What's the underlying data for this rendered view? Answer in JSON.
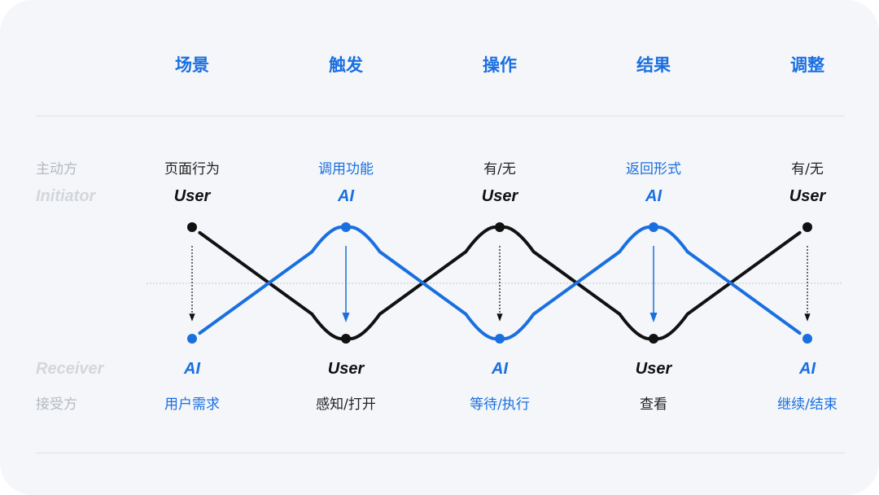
{
  "colors": {
    "accent": "#1a6fe0",
    "dark": "#111111"
  },
  "headers": [
    "场景",
    "触发",
    "操作",
    "结果",
    "调整"
  ],
  "left_labels": {
    "initiator_cn": "主动方",
    "initiator_en": "Initiator",
    "receiver_en": "Receiver",
    "receiver_cn": "接受方"
  },
  "columns": [
    {
      "top_text": "页面行为",
      "top_blue": false,
      "initiator": "User",
      "receiver": "AI",
      "bottom_text": "用户需求",
      "bottom_blue": true
    },
    {
      "top_text": "调用功能",
      "top_blue": true,
      "initiator": "AI",
      "receiver": "User",
      "bottom_text": "感知/打开",
      "bottom_blue": false
    },
    {
      "top_text": "有/无",
      "top_blue": false,
      "initiator": "User",
      "receiver": "AI",
      "bottom_text": "等待/执行",
      "bottom_blue": true
    },
    {
      "top_text": "返回形式",
      "top_blue": true,
      "initiator": "AI",
      "receiver": "User",
      "bottom_text": "查看",
      "bottom_blue": false
    },
    {
      "top_text": "有/无",
      "top_blue": false,
      "initiator": "User",
      "receiver": "AI",
      "bottom_text": "继续/结束",
      "bottom_blue": true
    }
  ]
}
